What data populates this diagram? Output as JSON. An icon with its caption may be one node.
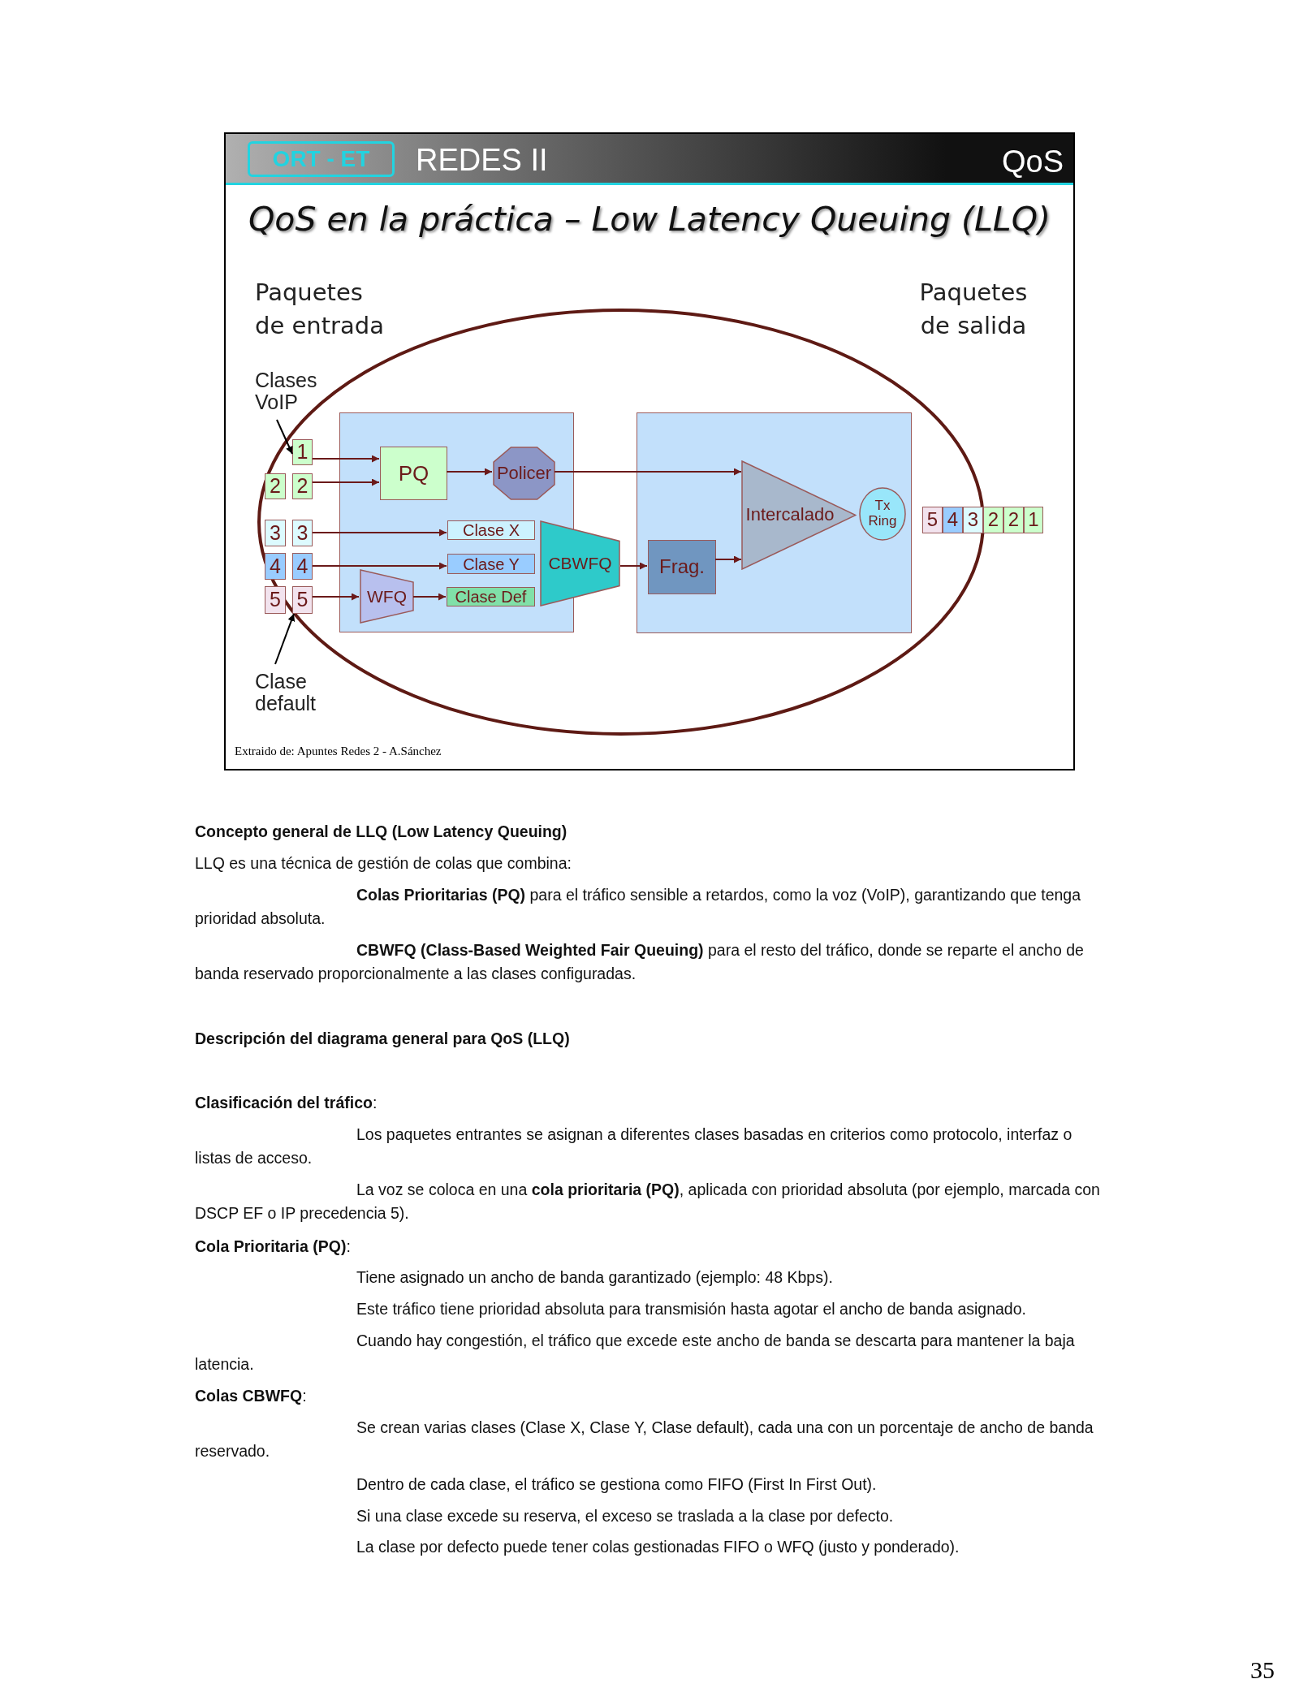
{
  "diagram": {
    "title": "QoS en la práctica – Low Latency Queuing (LLQ)",
    "caption": "Extraido de: Apuntes Redes 2 - A.Sánchez",
    "nodes": [
      {
        "text": [
          "Clases VoIP"
        ]
      },
      {
        "text": [
          "1"
        ]
      },
      {
        "text": [
          "2"
        ]
      },
      {
        "text": [
          "2"
        ]
      },
      {
        "text": [
          "3"
        ]
      },
      {
        "text": [
          "3"
        ]
      },
      {
        "text": [
          "4"
        ]
      },
      {
        "text": [
          "4"
        ]
      },
      {
        "text": [
          "5"
        ]
      },
      {
        "text": [
          "5"
        ]
      },
      {
        "text": [
          "Clase default"
        ]
      },
      {
        "text": [],
        "shape": "box"
      },
      {
        "text": [
          "PQ"
        ],
        "in": 11
      },
      {
        "text": [
          "Policer"
        ],
        "in": 11
      },
      {
        "text": [
          "Clase X"
        ],
        "in": 11
      },
      {
        "text": [
          "Clase Y"
        ],
        "in": 11
      },
      {
        "text": [
          "WFQ"
        ],
        "in": 11
      },
      {
        "text": [
          "Clase Def"
        ],
        "in": 11
      },
      {
        "text": [
          "CBWFQ"
        ]
      },
      {
        "text": [],
        "shape": "box"
      },
      {
        "text": [
          "Frag."
        ],
        "in": 19
      },
      {
        "text": [
          "Intercalado"
        ],
        "in": 19
      },
      {
        "text": [
          "Tx Ring"
        ],
        "in": 19
      },
      {
        "text": [
          "5"
        ]
      },
      {
        "text": [
          "4"
        ]
      },
      {
        "text": [
          "3"
        ]
      },
      {
        "text": [
          "2"
        ]
      },
      {
        "text": [
          "2"
        ]
      },
      {
        "text": [
          "1"
        ]
      }
    ],
    "edges": [
      {
        "from": 0,
        "to": 1,
        "arrow": "to",
        "color": "#000000"
      },
      {
        "from": 10,
        "to": 9,
        "arrow": "to",
        "color": "#000000"
      },
      {
        "from": 1,
        "to": 12,
        "arrow": "to"
      },
      {
        "from": 3,
        "to": 12,
        "arrow": "to"
      },
      {
        "from": 12,
        "to": 13,
        "arrow": "to"
      },
      {
        "from": 5,
        "to": 14,
        "arrow": "to"
      },
      {
        "from": 7,
        "to": 15,
        "arrow": "to"
      },
      {
        "from": 9,
        "to": 16,
        "arrow": "to"
      },
      {
        "from": 16,
        "to": 17,
        "arrow": "to"
      },
      {
        "from": 13,
        "to": 21,
        "arrow": "to"
      },
      {
        "from": 18,
        "to": 20,
        "arrow": "to"
      },
      {
        "from": 20,
        "to": 21,
        "arrow": "to"
      }
    ],
    "labels": [
      "ORT - ET",
      "REDES II",
      "QoS",
      "Paquetes de entrada",
      "Paquetes de salida",
      "Concepto general de LLQ (Low Latency Queuing)",
      "LLQ es una técnica de gestión de colas que combina:",
      "**Colas Prioritarias (PQ)** para el tráfico sensible a retardos, como la voz (VoIP), garantizando que tenga prioridad absoluta.",
      "**CBWFQ (Class-Based Weighted Fair Queuing)** para el resto del tráfico, donde se reparte el ancho de banda reservado proporcionalmente a las clases configuradas.",
      "Descripción del diagrama general para QoS (LLQ)",
      "**Clasificación del tráfico**:",
      "Los paquetes entrantes se asignan a diferentes clases basadas en criterios como protocolo, interfaz o listas de acceso.",
      "La voz se coloca en una **cola prioritaria (PQ)**, aplicada con prioridad absoluta (por ejemplo, marcada con DSCP EF o IP precedencia 5).",
      "**Cola Prioritaria (PQ)**:",
      "Tiene asignado un ancho de banda garantizado (ejemplo: 48 Kbps).",
      "Este tráfico tiene prioridad absoluta para transmisión hasta agotar el ancho de banda asignado.",
      "Cuando hay congestión, el tráfico que excede este ancho de banda se descarta para mantener la baja latencia.",
      "**Colas CBWFQ**:",
      "Se crean varias clases (Clase X, Clase Y, Clase default), cada una con un porcentaje de ancho de banda reservado.",
      "Dentro de cada clase, el tráfico se gestiona como FIFO (First In First Out).",
      "Si una clase excede su reserva, el exceso se traslada a la clase por defecto.",
      "La clase por defecto puede tener colas gestionadas FIFO o WFQ (justo y ponderado).",
      "35"
    ]
  }
}
